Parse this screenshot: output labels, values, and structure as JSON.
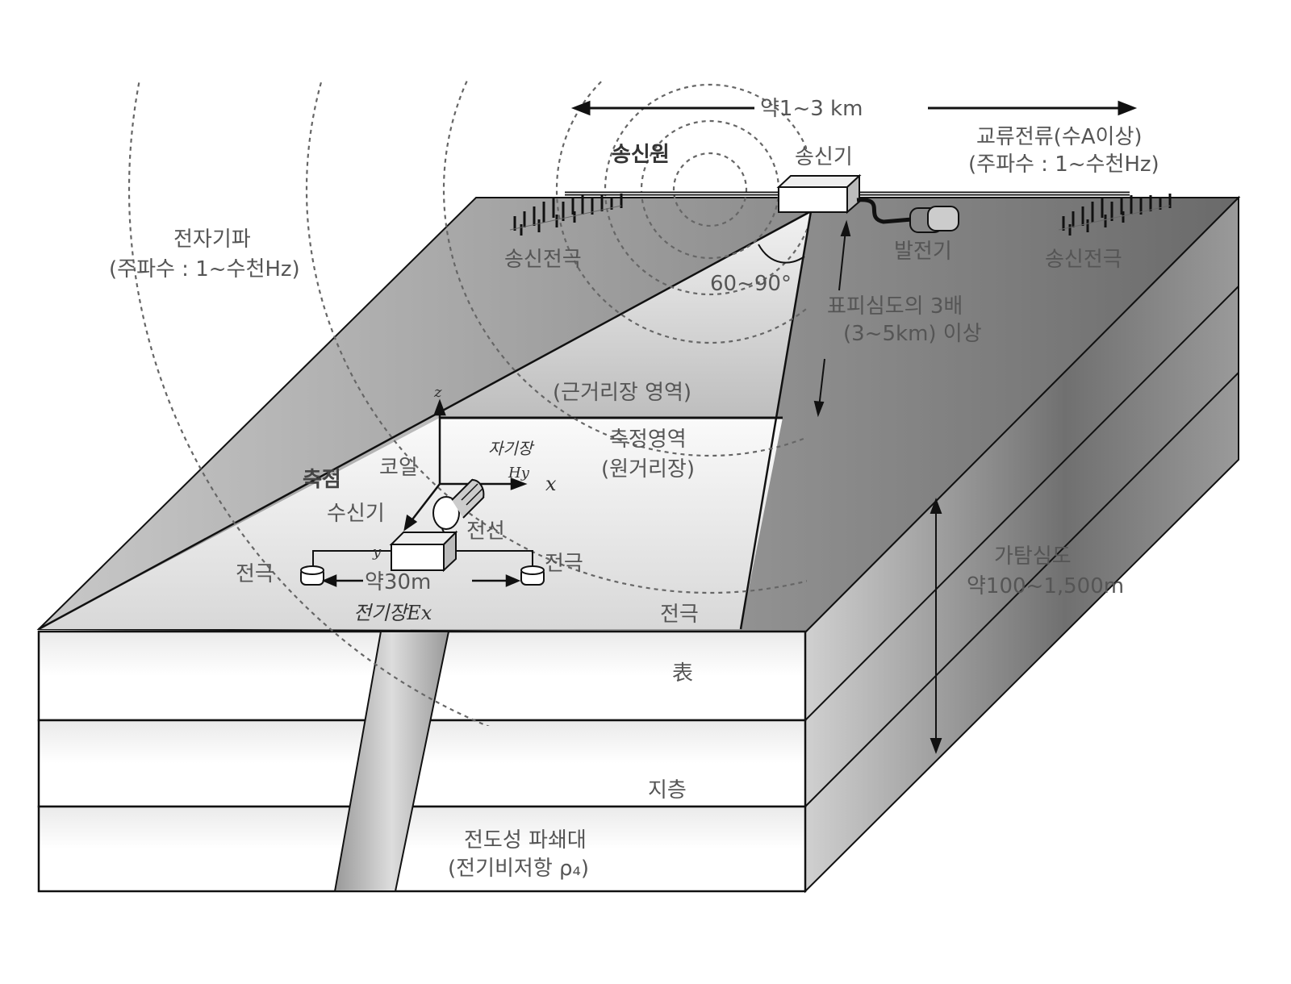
{
  "labels": {
    "distance": "약1~3 km",
    "ac_current": "교류전류(수A이상)",
    "ac_frequency": "(주파수 : 1~수천Hz)",
    "source": "송신원",
    "transmitter": "송신기",
    "tx_electrode_left": "송신전극",
    "tx_electrode_right": "송신전극",
    "generator": "발전기",
    "em_wave": "전자기파",
    "em_frequency": "(주파수 : 1~수천Hz)",
    "angle": "60~90°",
    "skin_depth": "표피심도의 3배",
    "skin_depth_range": "(3~5km) 이상",
    "near_field": "(근거리장 영역)",
    "measure_area": "측정영역",
    "far_field": "(원거리장)",
    "z_axis": "z",
    "x_axis": "x",
    "y_axis": "y",
    "magnetic_field": "자기장",
    "magnetic_symbol": "Hy",
    "coil": "코일",
    "station": "측점",
    "receiver": "수신기",
    "wire": "전선",
    "electrode_left": "전극",
    "electrode_right": "전극",
    "spacing": "약30m",
    "electric_field": "전기장Ex",
    "electrode_far": "전극",
    "exploration_depth": "가탐심도",
    "exploration_depth_range": "약100~1,500m",
    "layer_surface": "表",
    "layer_strata": "지층",
    "fault_zone": "전도성 파쇄대",
    "fault_resistivity": "(전기비저항 ρ₄)"
  },
  "colors": {
    "line": "#111111",
    "dash": "#666666",
    "text": "#555555"
  }
}
